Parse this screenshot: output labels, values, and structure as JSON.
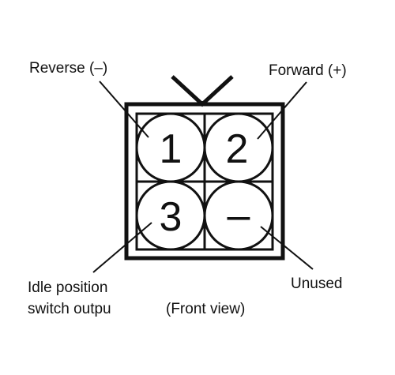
{
  "labels": {
    "reverse": "Reverse (–)",
    "forward": "Forward (+)",
    "idle_line1": "Idle position",
    "idle_line2": "switch outpu",
    "unused": "Unused",
    "front_view": "(Front view)"
  },
  "pins": [
    {
      "label": "1"
    },
    {
      "label": "2"
    },
    {
      "label": "3"
    },
    {
      "label": "–"
    }
  ]
}
